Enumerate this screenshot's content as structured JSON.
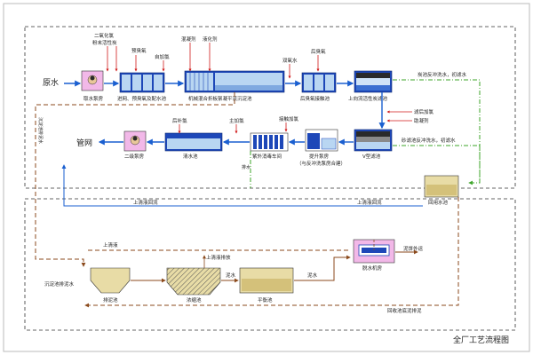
{
  "colors": {
    "water_line": "#1a5fd0",
    "sludge_line": "#8b4a1c",
    "backwash_line": "#3ea52a",
    "chemical_line": "#d01a1a",
    "tank_blue": "#1d47b8",
    "tank_light": "#b9d6f2",
    "sludge_fill": "#e8dca6",
    "frame": "#444444"
  },
  "labels": {
    "raw_water": "原水",
    "intake_pump": "取水泵房",
    "chlorine_dioxide": "二氧化氯",
    "powdered_carbon": "粉末活性炭",
    "pre_ozone": "预臭氧",
    "self_clean_coag": "自加氯",
    "coagulant_pac": "混凝剂",
    "ozone_feed": "液化剂",
    "pre_ozone_contact": "进网、预臭氧及配水池",
    "mech_mixing_tank": "机械混合折板絮凝平流沉淀池",
    "dual_ozone": "双氧水",
    "post_ozone": "后臭氧",
    "post_ozone_contact": "后臭氧接触池",
    "upflow_gac": "上向流活性炭滤池",
    "backwash_top": "炭池反冲洗水，初滤水",
    "pre_chlorine": "滤后加氯",
    "coag_aid": "助凝剂",
    "v_filter": "V型滤池",
    "sand_backwash": "砂滤池反冲洗水，初滤水",
    "lift_pump": "提升泵房",
    "lift_pump_note": "（与反冲洗泵房合建）",
    "in_chlorine": "接触加氯",
    "sub_chlorine": "主加氯",
    "post_chlorine": "后补氯",
    "clearwell": "清水池",
    "uv_disinfect": "紫外消毒车间",
    "service_pump": "二级泵房",
    "pipe_network": "管网",
    "clean_tank": "排水",
    "supernatant_return": "上清液回流",
    "supernatant_return2": "上清液回流",
    "recover_tank": "回用水池",
    "sludge_drain": "沉淀池排泥水",
    "supernatant": "上清液",
    "sludge_tank": "排泥池",
    "supernatant_out": "上清液排放",
    "thickener": "浓缩池",
    "sludge_water": "泥水",
    "balance_tank": "平衡池",
    "sludge_water2": "泥水",
    "dewatering": "脱水机房",
    "cake_out": "泥饼外运",
    "recycle_sludge": "回收池底泥排泥",
    "sludge_backflow": "沉淀池排泥水",
    "title": "全厂工艺流程图"
  }
}
